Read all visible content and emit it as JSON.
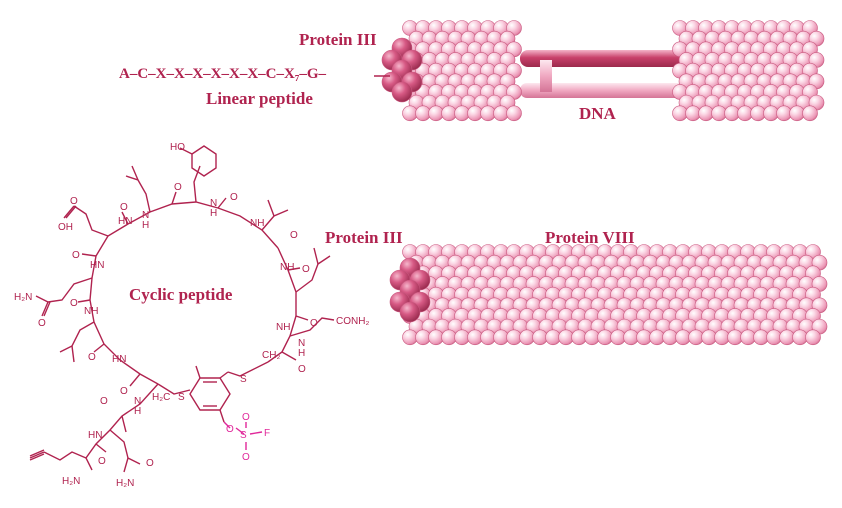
{
  "labels": {
    "protein_iii_top": "Protein III",
    "linear_sequence": "A–C–X–X–X–X–X–X–C–X₇–G–",
    "linear_peptide": "Linear peptide",
    "dna": "DNA",
    "protein_iii_bottom": "Protein III",
    "protein_viii": "Protein VIII",
    "cyclic_peptide": "Cyclic peptide"
  },
  "chem": {
    "ho": "HO",
    "oh_acid": "OH",
    "o": "O",
    "h2n": "H₂N",
    "nh": "NH",
    "hn": "HN",
    "n": "N",
    "h": "H",
    "conh2": "CONH₂",
    "ch2": "CH₂",
    "h2c": "H₂C",
    "s": "S",
    "f": "F"
  },
  "colors": {
    "accent": "#b0234f",
    "magenta": "#e0279a",
    "sphere_light": "#fbe3ec",
    "sphere_mid": "#f3a6c0",
    "sphere_dark": "#d96f94",
    "cap_dark": "#b23a60"
  }
}
